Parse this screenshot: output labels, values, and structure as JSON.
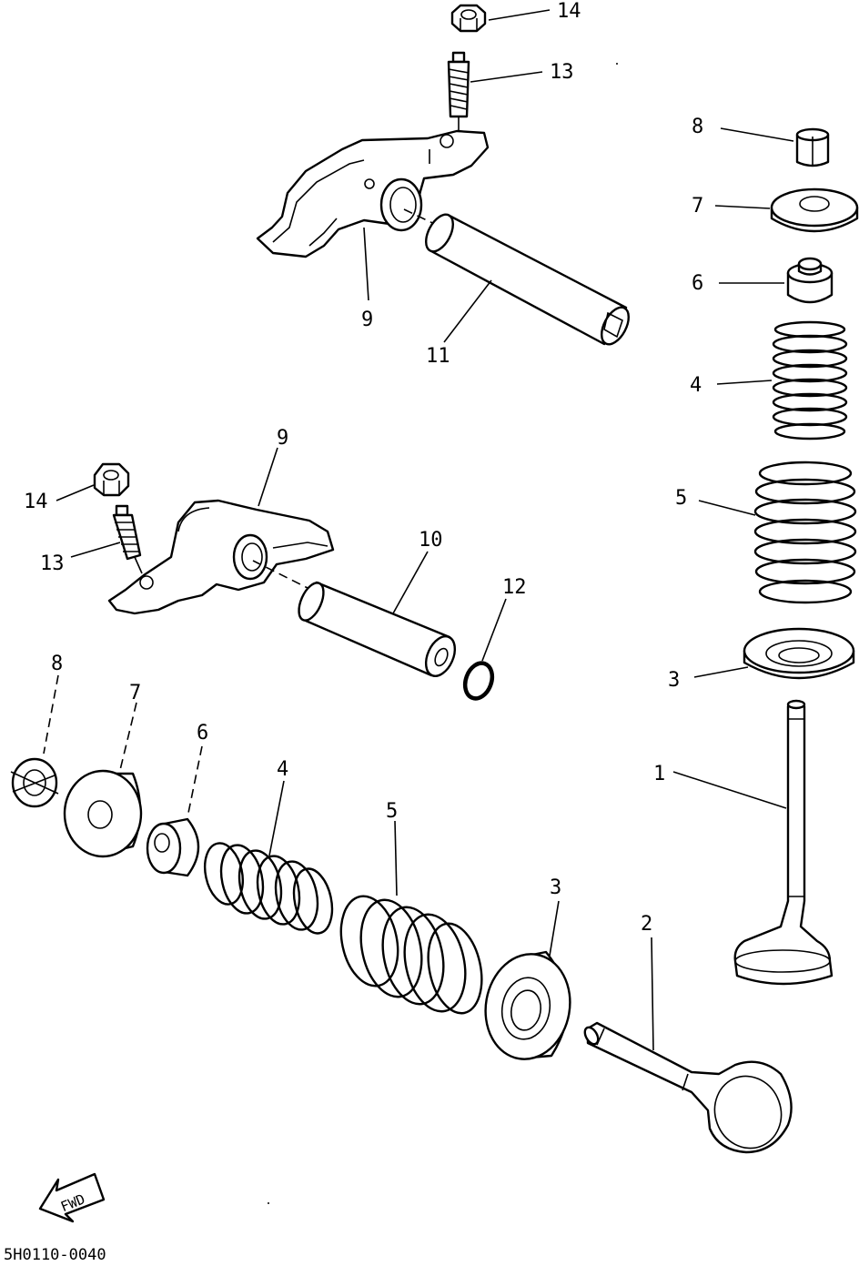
{
  "labels": {
    "p1": "1",
    "p2": "2",
    "p3a": "3",
    "p3b": "3",
    "p4a": "4",
    "p4b": "4",
    "p5a": "5",
    "p5b": "5",
    "p6a": "6",
    "p6b": "6",
    "p7a": "7",
    "p7b": "7",
    "p8a": "8",
    "p8b": "8",
    "p9a": "9",
    "p9b": "9",
    "p10": "10",
    "p11": "11",
    "p12": "12",
    "p13a": "13",
    "p13b": "13",
    "p14a": "14",
    "p14b": "14"
  },
  "fwd_label": "FWD",
  "diagram_code": "5H0110-0040"
}
